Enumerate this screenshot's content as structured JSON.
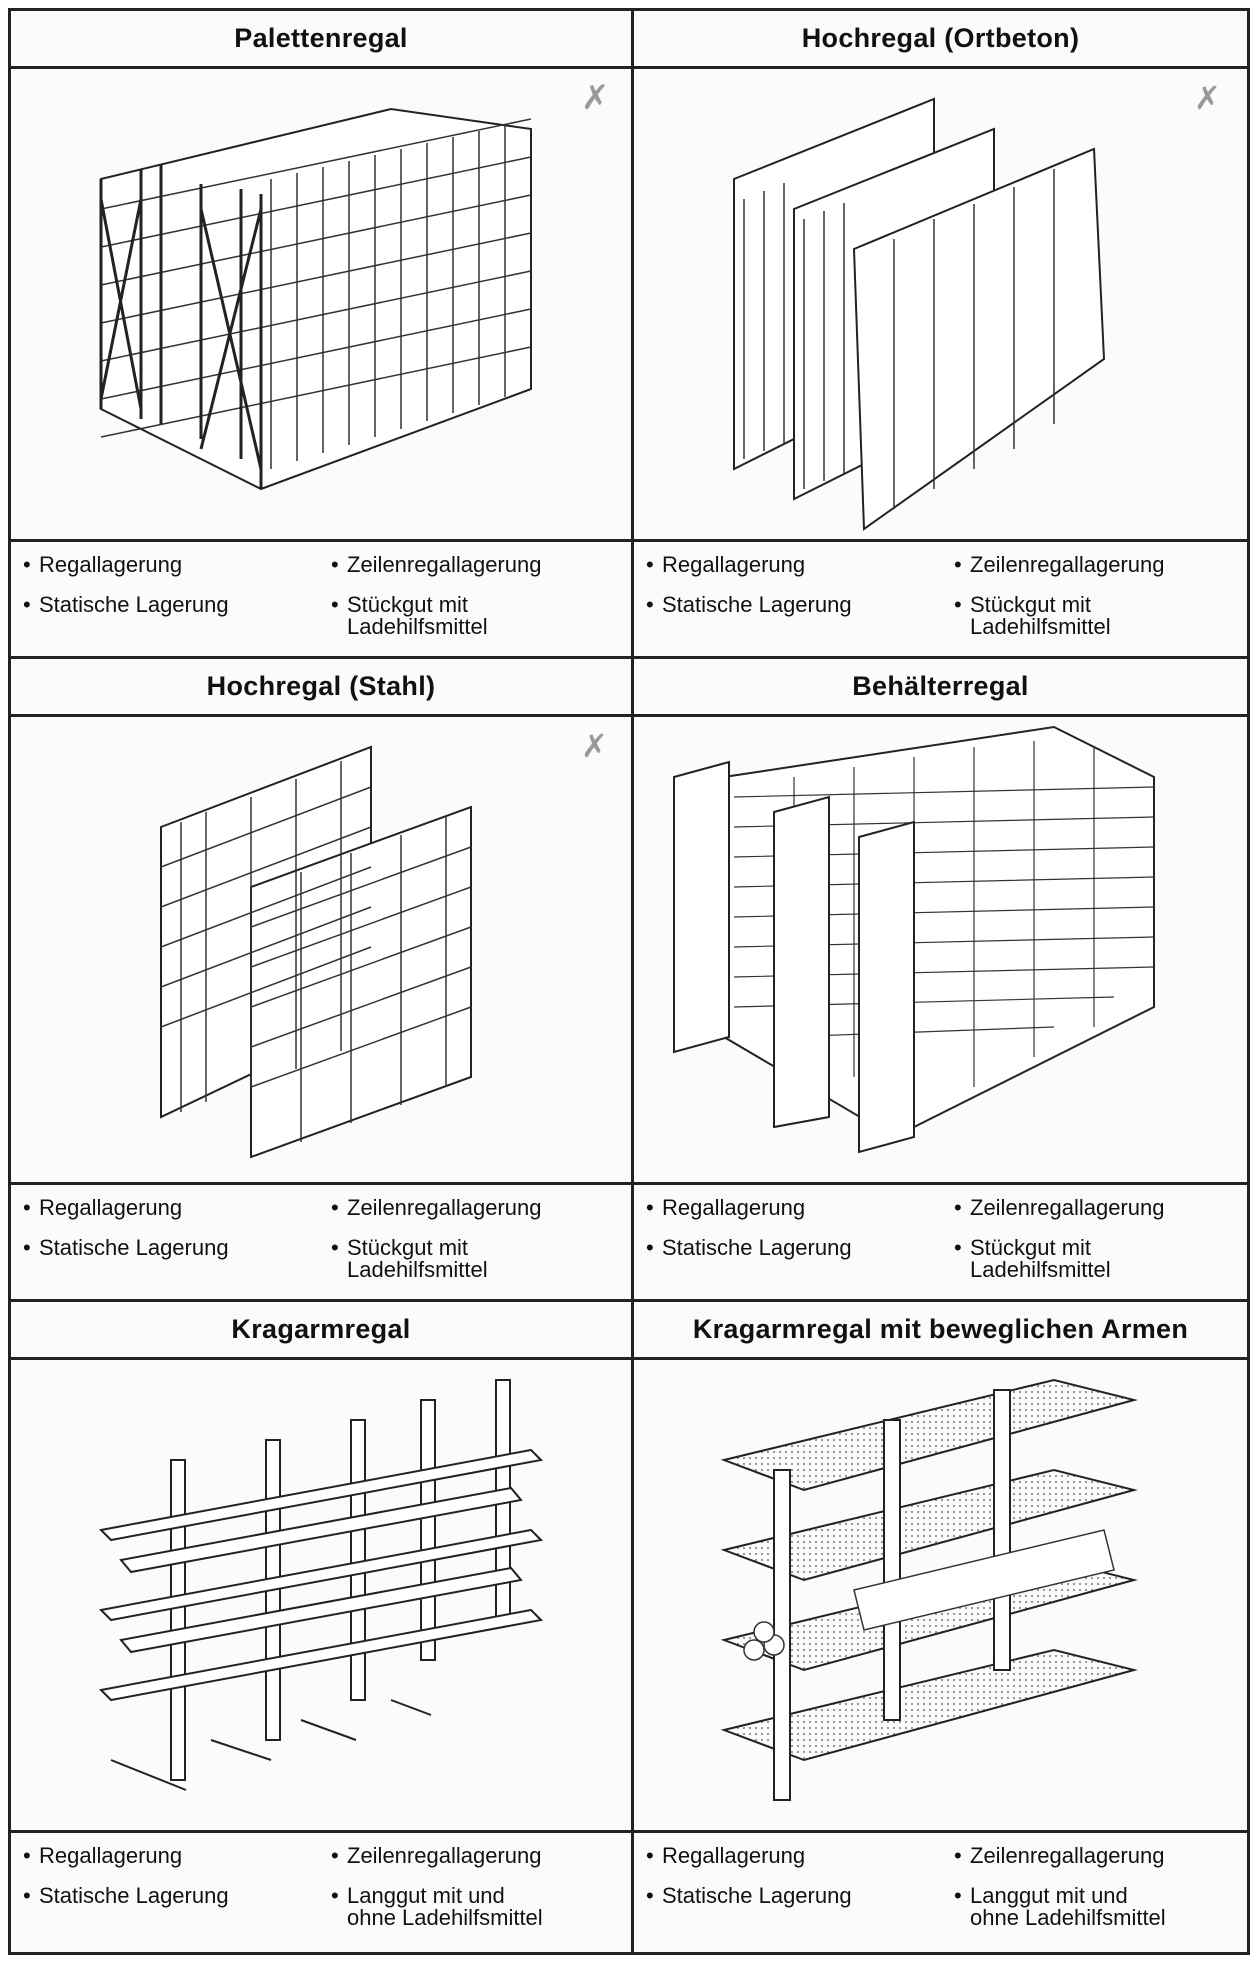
{
  "cells": [
    {
      "title": "Palettenregal",
      "left": [
        "Regallagerung",
        "Statische Lagerung"
      ],
      "right": [
        "Zeilenregallagerung",
        "Stückgut mit",
        "Ladehilfsmittel"
      ]
    },
    {
      "title": "Hochregal  (Ortbeton)",
      "left": [
        "Regallagerung",
        "Statische Lagerung"
      ],
      "right": [
        "Zeilenregallagerung",
        "Stückgut mit",
        "Ladehilfsmittel"
      ]
    },
    {
      "title": "Hochregal  (Stahl)",
      "left": [
        "Regallagerung",
        "Statische Lagerung"
      ],
      "right": [
        "Zeilenregallagerung",
        "Stückgut mit",
        "Ladehilfsmittel"
      ]
    },
    {
      "title": "Behälterregal",
      "left": [
        "Regallagerung",
        "Statische Lagerung"
      ],
      "right": [
        "Zeilenregallagerung",
        "Stückgut mit",
        "Ladehilfsmittel"
      ]
    },
    {
      "title": "Kragarmregal",
      "left": [
        "Regallagerung",
        "Statische Lagerung"
      ],
      "right": [
        "Zeilenregallagerung",
        "Langgut mit und",
        "ohne Ladehilfsmittel"
      ]
    },
    {
      "title": "Kragarmregal mit beweglichen Armen",
      "left": [
        "Regallagerung",
        "Statische Lagerung"
      ],
      "right": [
        "Zeilenregallagerung",
        "Langgut mit und",
        "ohne Ladehilfsmittel"
      ]
    }
  ],
  "bullet": "•",
  "icons": [
    "pallet-rack-illustration",
    "concrete-high-bay-illustration",
    "steel-high-bay-illustration",
    "bin-rack-illustration",
    "cantilever-rack-illustration",
    "movable-arm-cantilever-illustration"
  ]
}
